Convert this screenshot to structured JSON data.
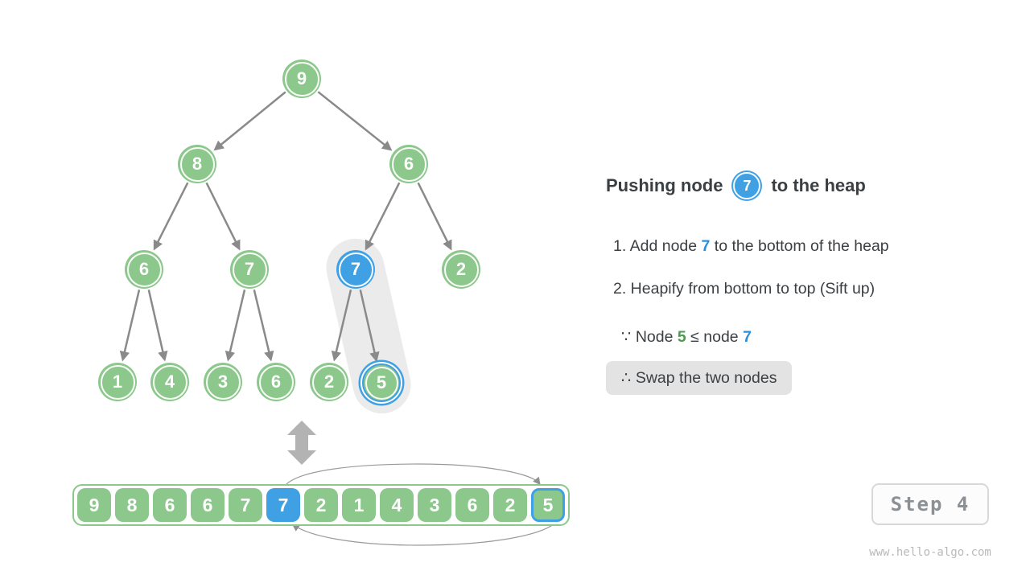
{
  "panel": {
    "title": {
      "pre": "Pushing node",
      "node_value": "7",
      "post": "to the heap"
    },
    "item1": {
      "pre": "1. Add node ",
      "highlight": "7",
      "post": " to the bottom of the heap"
    },
    "item2": "2. Heapify from bottom to top (Sift up)",
    "because": {
      "pre": "∵ Node ",
      "green": "5",
      "mid": " ≤ node ",
      "blue": "7"
    },
    "therefore": "∴ Swap the two nodes",
    "step_label": "Step 4",
    "watermark": "www.hello-algo.com"
  },
  "tree": {
    "nodes": [
      {
        "value": "9"
      },
      {
        "value": "8"
      },
      {
        "value": "6"
      },
      {
        "value": "6"
      },
      {
        "value": "7"
      },
      {
        "value": "7"
      },
      {
        "value": "2"
      },
      {
        "value": "1"
      },
      {
        "value": "4"
      },
      {
        "value": "3"
      },
      {
        "value": "6"
      },
      {
        "value": "2"
      },
      {
        "value": "5"
      }
    ]
  },
  "array": {
    "cells": [
      "9",
      "8",
      "6",
      "6",
      "7",
      "7",
      "2",
      "1",
      "4",
      "3",
      "6",
      "2",
      "5"
    ]
  },
  "colors": {
    "node_green": "#8cc78b",
    "node_blue": "#3fa0e4",
    "text_blue": "#2b90d9",
    "text_green": "#4a9d4a",
    "arrow_gray": "#8a8a8a",
    "capsule_gray": "#ebebeb",
    "therefore_bg": "#e3e3e3"
  }
}
